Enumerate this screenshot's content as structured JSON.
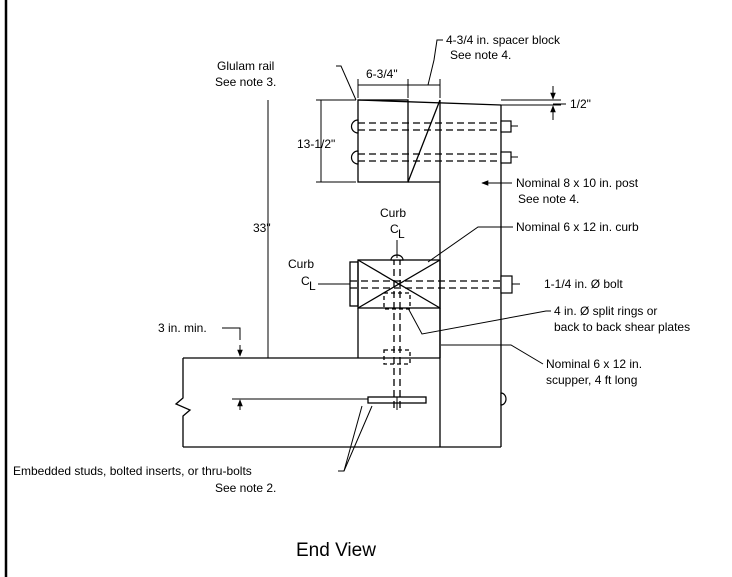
{
  "title": "End View",
  "labels": {
    "spacer_block": "4-3/4 in. spacer block",
    "spacer_note": "See note 4.",
    "glulam_rail": "Glulam rail",
    "glulam_note": "See note 3.",
    "dim_width": "6-3/4\"",
    "dim_gap": "1/2\"",
    "dim_rail_height": "13-1/2\"",
    "dim_total_height": "33\"",
    "post": "Nominal 8 x 10 in. post",
    "post_note": "See note 4.",
    "curb_top": "Curb",
    "curb_top_cl": "C L",
    "curb_left": "Curb",
    "curb_left_cl": "C L",
    "curb": "Nominal 6 x 12 in. curb",
    "bolt": "1-1/4 in. Ø bolt",
    "split_rings_1": "4 in. Ø split rings or",
    "split_rings_2": "back to back shear plates",
    "min_depth": "3 in. min.",
    "scupper_1": "Nominal 6 x 12 in.",
    "scupper_2": "scupper, 4 ft long",
    "embedded_1": "Embedded studs, bolted inserts, or thru-bolts",
    "embedded_2": "See note 2."
  }
}
